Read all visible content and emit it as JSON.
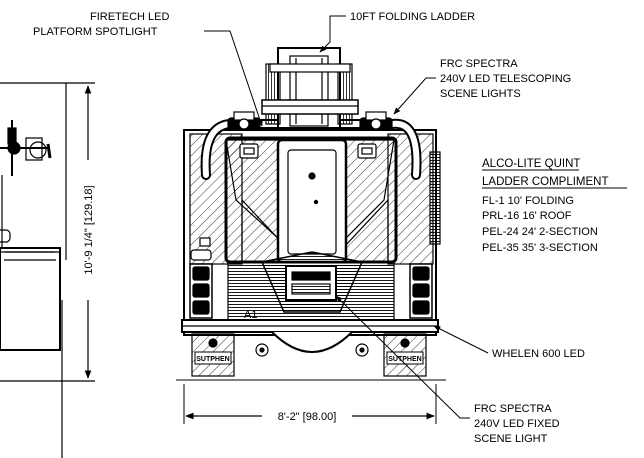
{
  "callouts": {
    "spotlight_line1": "FIRETECH LED",
    "spotlight_line2": "PLATFORM SPOTLIGHT",
    "ladder": "10FT FOLDING LADDER",
    "telescoping_line1": "FRC SPECTRA",
    "telescoping_line2": "240V LED TELESCOPING",
    "telescoping_line3": "SCENE LIGHTS",
    "whelen": "WHELEN 600 LED",
    "fixed_line1": "FRC SPECTRA",
    "fixed_line2": "240V LED FIXED",
    "fixed_line3": "SCENE LIGHT"
  },
  "ladder_compliment": {
    "title_line1": "ALCO-LITE QUINT",
    "title_line2": "LADDER COMPLIMENT",
    "items": [
      "FL-1 10' FOLDING",
      "PRL-16 16' ROOF",
      "PEL-24 24' 2-SECTION",
      "PEL-35 35' 3-SECTION"
    ]
  },
  "dimensions": {
    "height": "10'-9 1/4\" [129.18]",
    "width": "8'-2\" [98.00]"
  },
  "labels": {
    "compartment": "A1",
    "badge_left": "SUTPHEN",
    "badge_right": "SUTPHEN"
  }
}
